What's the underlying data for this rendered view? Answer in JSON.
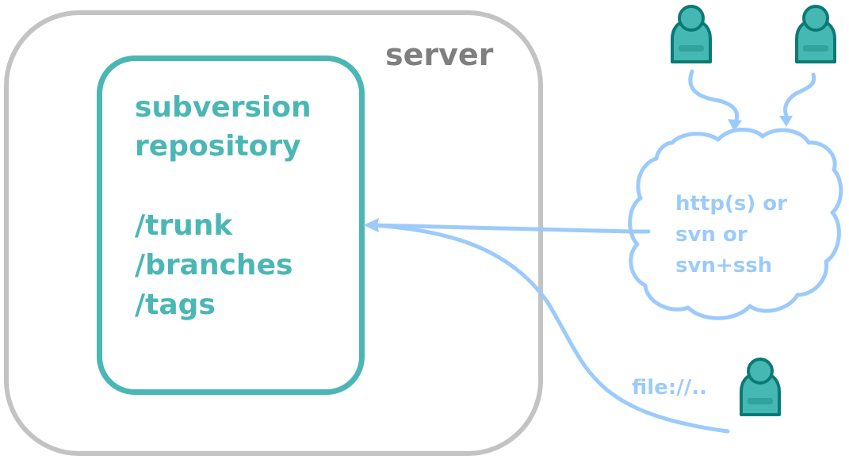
{
  "server": {
    "label": "server"
  },
  "repository": {
    "title_line1": "subversion",
    "title_line2": "repository",
    "paths": [
      "/trunk",
      "/branches",
      "/tags"
    ]
  },
  "network": {
    "protocols": [
      "http(s) or",
      "svn or",
      "svn+ssh"
    ]
  },
  "local_access": {
    "label": "file://.."
  },
  "colors": {
    "server_border": "#c3c3c3",
    "repository": "#4ab7b5",
    "user_icon_fill": "#46b8b4",
    "user_icon_stroke": "#0b7a74",
    "connection": "#9ccbfb"
  },
  "icons": [
    "user-icon",
    "user-icon",
    "user-icon",
    "cloud-icon",
    "arrow-icon"
  ]
}
